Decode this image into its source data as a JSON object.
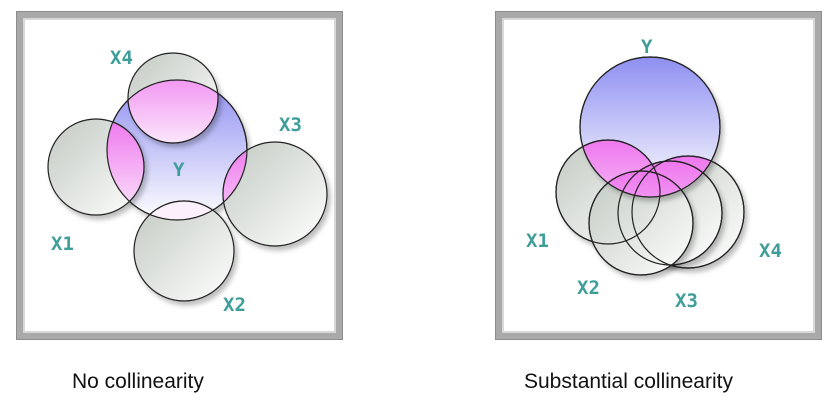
{
  "panels": [
    {
      "caption": "No collinearity",
      "labels": {
        "y": "Y",
        "x1": "X1",
        "x2": "X2",
        "x3": "X3",
        "x4": "X4"
      }
    },
    {
      "caption": "Substantial collinearity",
      "labels": {
        "y": "Y",
        "x1": "X1",
        "x2": "X2",
        "x3": "X3",
        "x4": "X4"
      }
    }
  ],
  "colors": {
    "label": "#3f9e99",
    "y_circle_top": "#8f8ff2",
    "overlap": "#ee88ee",
    "x_circle": "#c9cfc9",
    "frame": "#a9a9a9"
  }
}
